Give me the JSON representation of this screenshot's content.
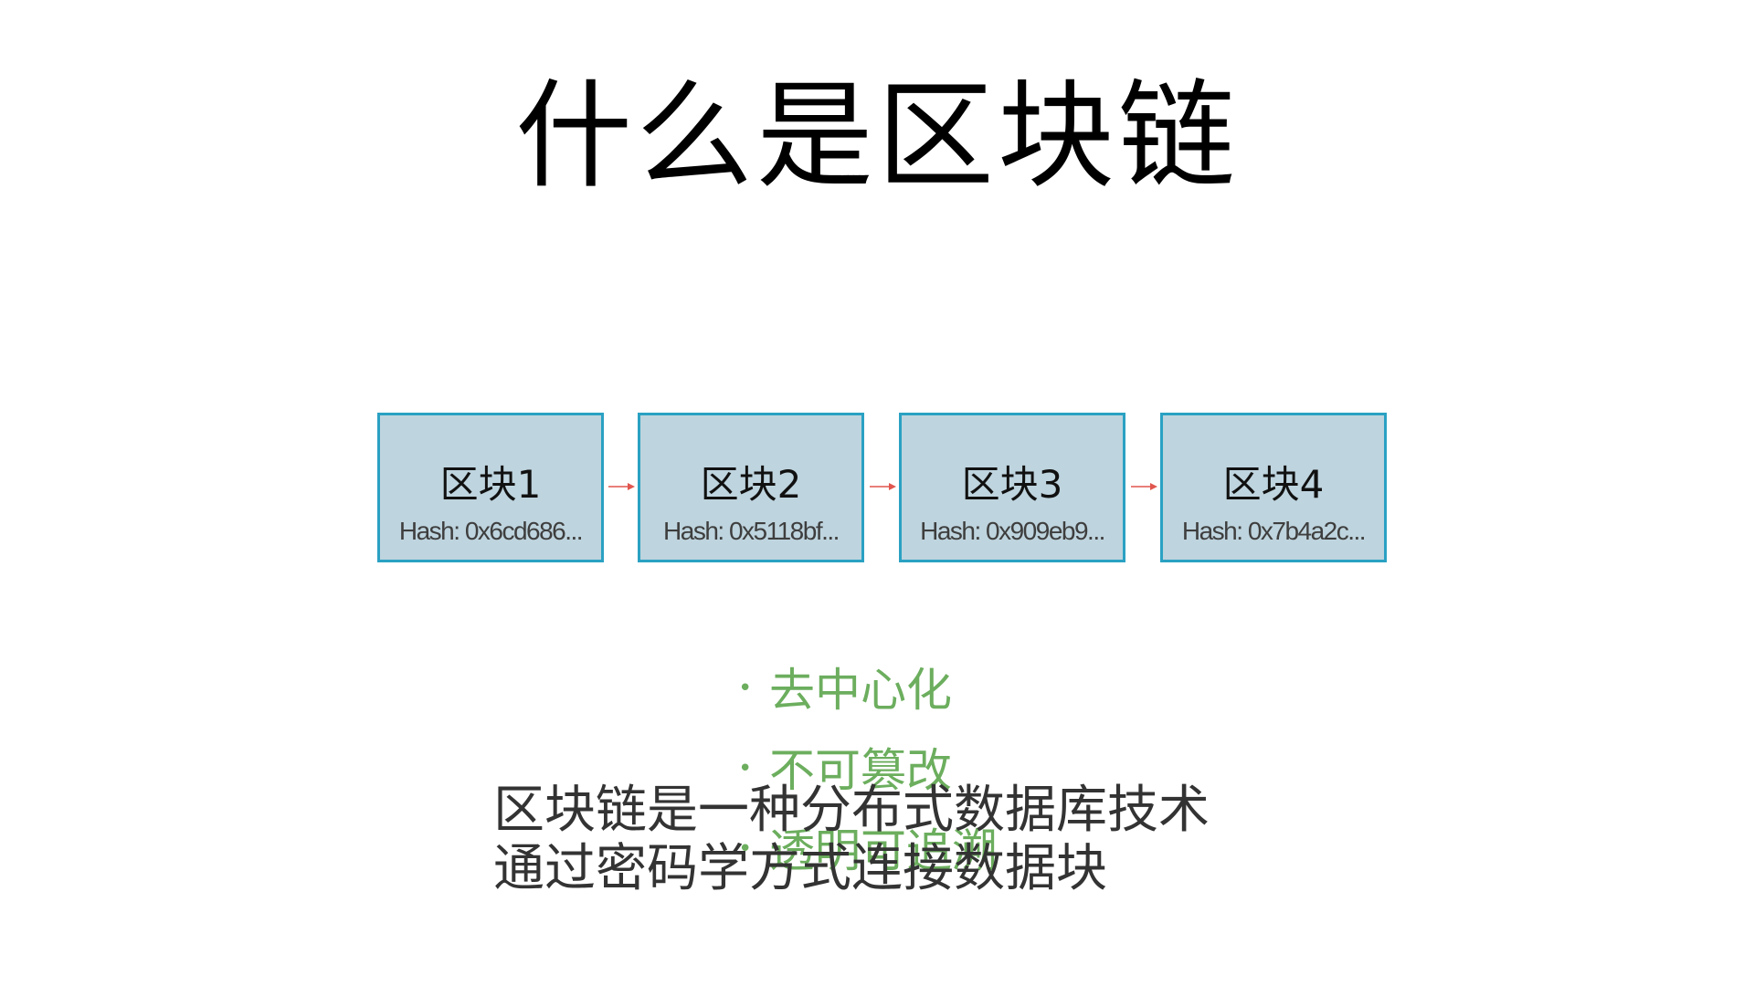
{
  "title": "什么是区块链",
  "blocks": [
    {
      "name": "区块1",
      "hash": "Hash: 0x6cd686..."
    },
    {
      "name": "区块2",
      "hash": "Hash: 0x5118bf..."
    },
    {
      "name": "区块3",
      "hash": "Hash: 0x909eb9..."
    },
    {
      "name": "区块4",
      "hash": "Hash: 0x7b4a2c..."
    }
  ],
  "bullets": {
    "marker": "•",
    "items": [
      "去中心化",
      "不可篡改",
      "透明可追溯"
    ]
  },
  "description": {
    "line1": "区块链是一种分布式数据库技术",
    "line2": "通过密码学方式连接数据块"
  },
  "colors": {
    "block_fill": "#bed4de",
    "block_border": "#2aa1c3",
    "arrow": "#e0564e",
    "bullet_text": "#6cae5e",
    "description_text": "#333333"
  },
  "icons": {
    "connector": "right-arrow-icon"
  }
}
